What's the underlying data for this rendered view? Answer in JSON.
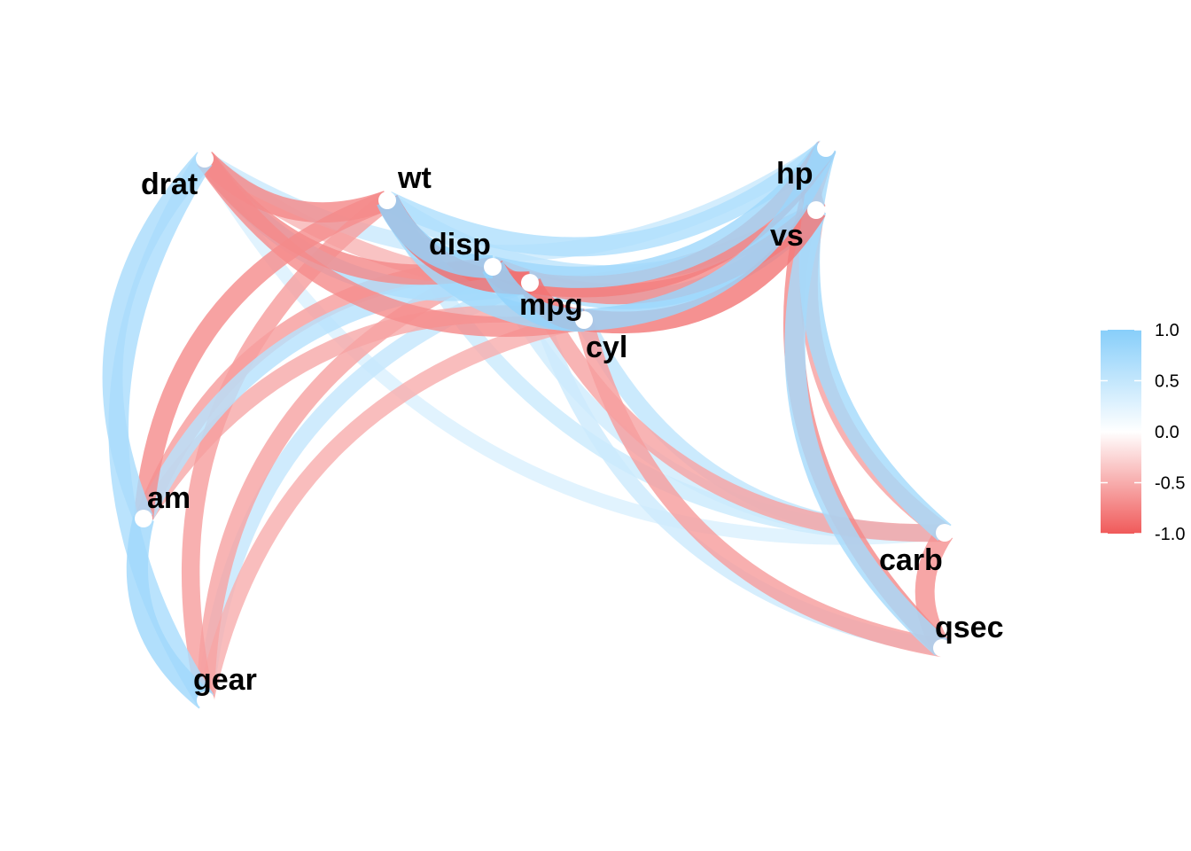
{
  "nodes": [
    {
      "id": "drat",
      "label": "drat"
    },
    {
      "id": "wt",
      "label": "wt"
    },
    {
      "id": "disp",
      "label": "disp"
    },
    {
      "id": "mpg",
      "label": "mpg"
    },
    {
      "id": "cyl",
      "label": "cyl"
    },
    {
      "id": "hp",
      "label": "hp"
    },
    {
      "id": "vs",
      "label": "vs"
    },
    {
      "id": "am",
      "label": "am"
    },
    {
      "id": "gear",
      "label": "gear"
    },
    {
      "id": "carb",
      "label": "carb"
    },
    {
      "id": "qsec",
      "label": "qsec"
    }
  ],
  "edges": [
    {
      "from": "drat",
      "to": "hp",
      "r": 0.45
    },
    {
      "from": "drat",
      "to": "vs",
      "r": -0.44
    },
    {
      "from": "drat",
      "to": "wt",
      "r": -0.71
    },
    {
      "from": "drat",
      "to": "mpg",
      "r": 0.68
    },
    {
      "from": "drat",
      "to": "cyl",
      "r": -0.7
    },
    {
      "from": "drat",
      "to": "disp",
      "r": -0.71
    },
    {
      "from": "drat",
      "to": "am",
      "r": 0.71
    },
    {
      "from": "drat",
      "to": "gear",
      "r": 0.7
    },
    {
      "from": "drat",
      "to": "carb",
      "r": 0.3
    },
    {
      "from": "wt",
      "to": "hp",
      "r": 0.66
    },
    {
      "from": "wt",
      "to": "vs",
      "r": 0.55
    },
    {
      "from": "wt",
      "to": "mpg",
      "r": -0.87
    },
    {
      "from": "wt",
      "to": "disp",
      "r": 0.89
    },
    {
      "from": "wt",
      "to": "cyl",
      "r": 0.78
    },
    {
      "from": "wt",
      "to": "am",
      "r": -0.69
    },
    {
      "from": "wt",
      "to": "gear",
      "r": -0.58
    },
    {
      "from": "wt",
      "to": "carb",
      "r": 0.43
    },
    {
      "from": "disp",
      "to": "hp",
      "r": 0.79
    },
    {
      "from": "disp",
      "to": "vs",
      "r": -0.71
    },
    {
      "from": "disp",
      "to": "mpg",
      "r": -0.85
    },
    {
      "from": "disp",
      "to": "cyl",
      "r": 0.9
    },
    {
      "from": "disp",
      "to": "am",
      "r": -0.59
    },
    {
      "from": "disp",
      "to": "gear",
      "r": -0.56
    },
    {
      "from": "disp",
      "to": "carb",
      "r": 0.39
    },
    {
      "from": "mpg",
      "to": "hp",
      "r": -0.78
    },
    {
      "from": "mpg",
      "to": "vs",
      "r": 0.66
    },
    {
      "from": "mpg",
      "to": "cyl",
      "r": -0.85
    },
    {
      "from": "mpg",
      "to": "am",
      "r": 0.6
    },
    {
      "from": "mpg",
      "to": "gear",
      "r": 0.48
    },
    {
      "from": "mpg",
      "to": "carb",
      "r": -0.55
    },
    {
      "from": "mpg",
      "to": "qsec",
      "r": 0.42
    },
    {
      "from": "cyl",
      "to": "hp",
      "r": 0.83
    },
    {
      "from": "cyl",
      "to": "vs",
      "r": -0.81
    },
    {
      "from": "cyl",
      "to": "am",
      "r": -0.52
    },
    {
      "from": "cyl",
      "to": "gear",
      "r": -0.49
    },
    {
      "from": "cyl",
      "to": "carb",
      "r": 0.53
    },
    {
      "from": "cyl",
      "to": "qsec",
      "r": -0.59
    },
    {
      "from": "hp",
      "to": "vs",
      "r": -0.72
    },
    {
      "from": "hp",
      "to": "carb",
      "r": 0.75
    },
    {
      "from": "hp",
      "to": "qsec",
      "r": -0.71
    },
    {
      "from": "vs",
      "to": "qsec",
      "r": 0.74
    },
    {
      "from": "vs",
      "to": "carb",
      "r": -0.57
    },
    {
      "from": "carb",
      "to": "qsec",
      "r": -0.66
    },
    {
      "from": "am",
      "to": "gear",
      "r": 0.79
    }
  ],
  "legend": {
    "ticks": [
      "1.0",
      "0.5",
      "0.0",
      "-0.5",
      "-1.0"
    ],
    "tick_values": [
      1.0,
      0.5,
      0.0,
      -0.5,
      -1.0
    ],
    "min": -1.0,
    "max": 1.0,
    "colors": {
      "positive": "#87CEFA",
      "zero": "#FFFFFF",
      "negative": "#F05A5A"
    }
  }
}
